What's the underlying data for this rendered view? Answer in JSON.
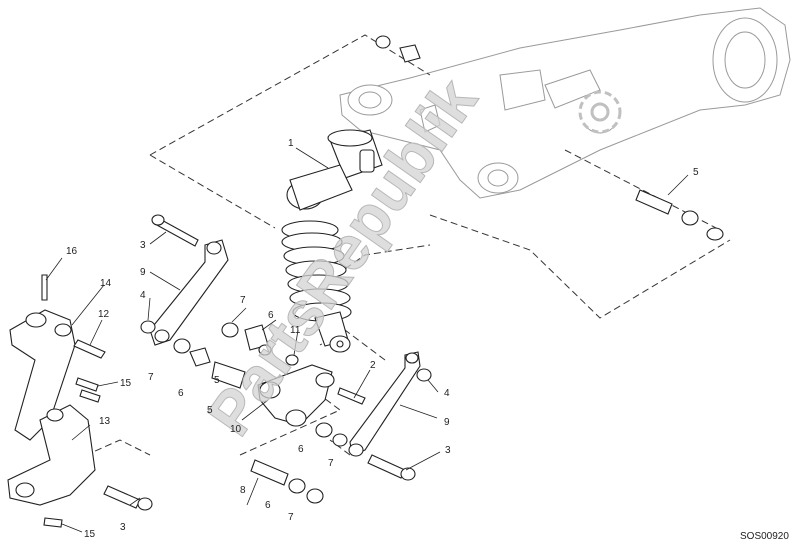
{
  "diagram": {
    "code": "SOS00920",
    "watermark": "PartsRepublik",
    "callouts": [
      {
        "id": "c1",
        "label": "1"
      },
      {
        "id": "c2",
        "label": "2"
      },
      {
        "id": "c3a",
        "label": "3"
      },
      {
        "id": "c3b",
        "label": "3"
      },
      {
        "id": "c3c",
        "label": "3"
      },
      {
        "id": "c4a",
        "label": "4"
      },
      {
        "id": "c4b",
        "label": "4"
      },
      {
        "id": "c5a",
        "label": "5"
      },
      {
        "id": "c5b",
        "label": "5"
      },
      {
        "id": "c5c",
        "label": "5"
      },
      {
        "id": "c6a",
        "label": "6"
      },
      {
        "id": "c6b",
        "label": "6"
      },
      {
        "id": "c6c",
        "label": "6"
      },
      {
        "id": "c6d",
        "label": "6"
      },
      {
        "id": "c7a",
        "label": "7"
      },
      {
        "id": "c7b",
        "label": "7"
      },
      {
        "id": "c7c",
        "label": "7"
      },
      {
        "id": "c7d",
        "label": "7"
      },
      {
        "id": "c8",
        "label": "8"
      },
      {
        "id": "c9a",
        "label": "9"
      },
      {
        "id": "c9b",
        "label": "9"
      },
      {
        "id": "c10",
        "label": "10"
      },
      {
        "id": "c11",
        "label": "11"
      },
      {
        "id": "c12",
        "label": "12"
      },
      {
        "id": "c13",
        "label": "13"
      },
      {
        "id": "c14",
        "label": "14"
      },
      {
        "id": "c15a",
        "label": "15"
      },
      {
        "id": "c15b",
        "label": "15"
      },
      {
        "id": "c16",
        "label": "16"
      }
    ]
  }
}
